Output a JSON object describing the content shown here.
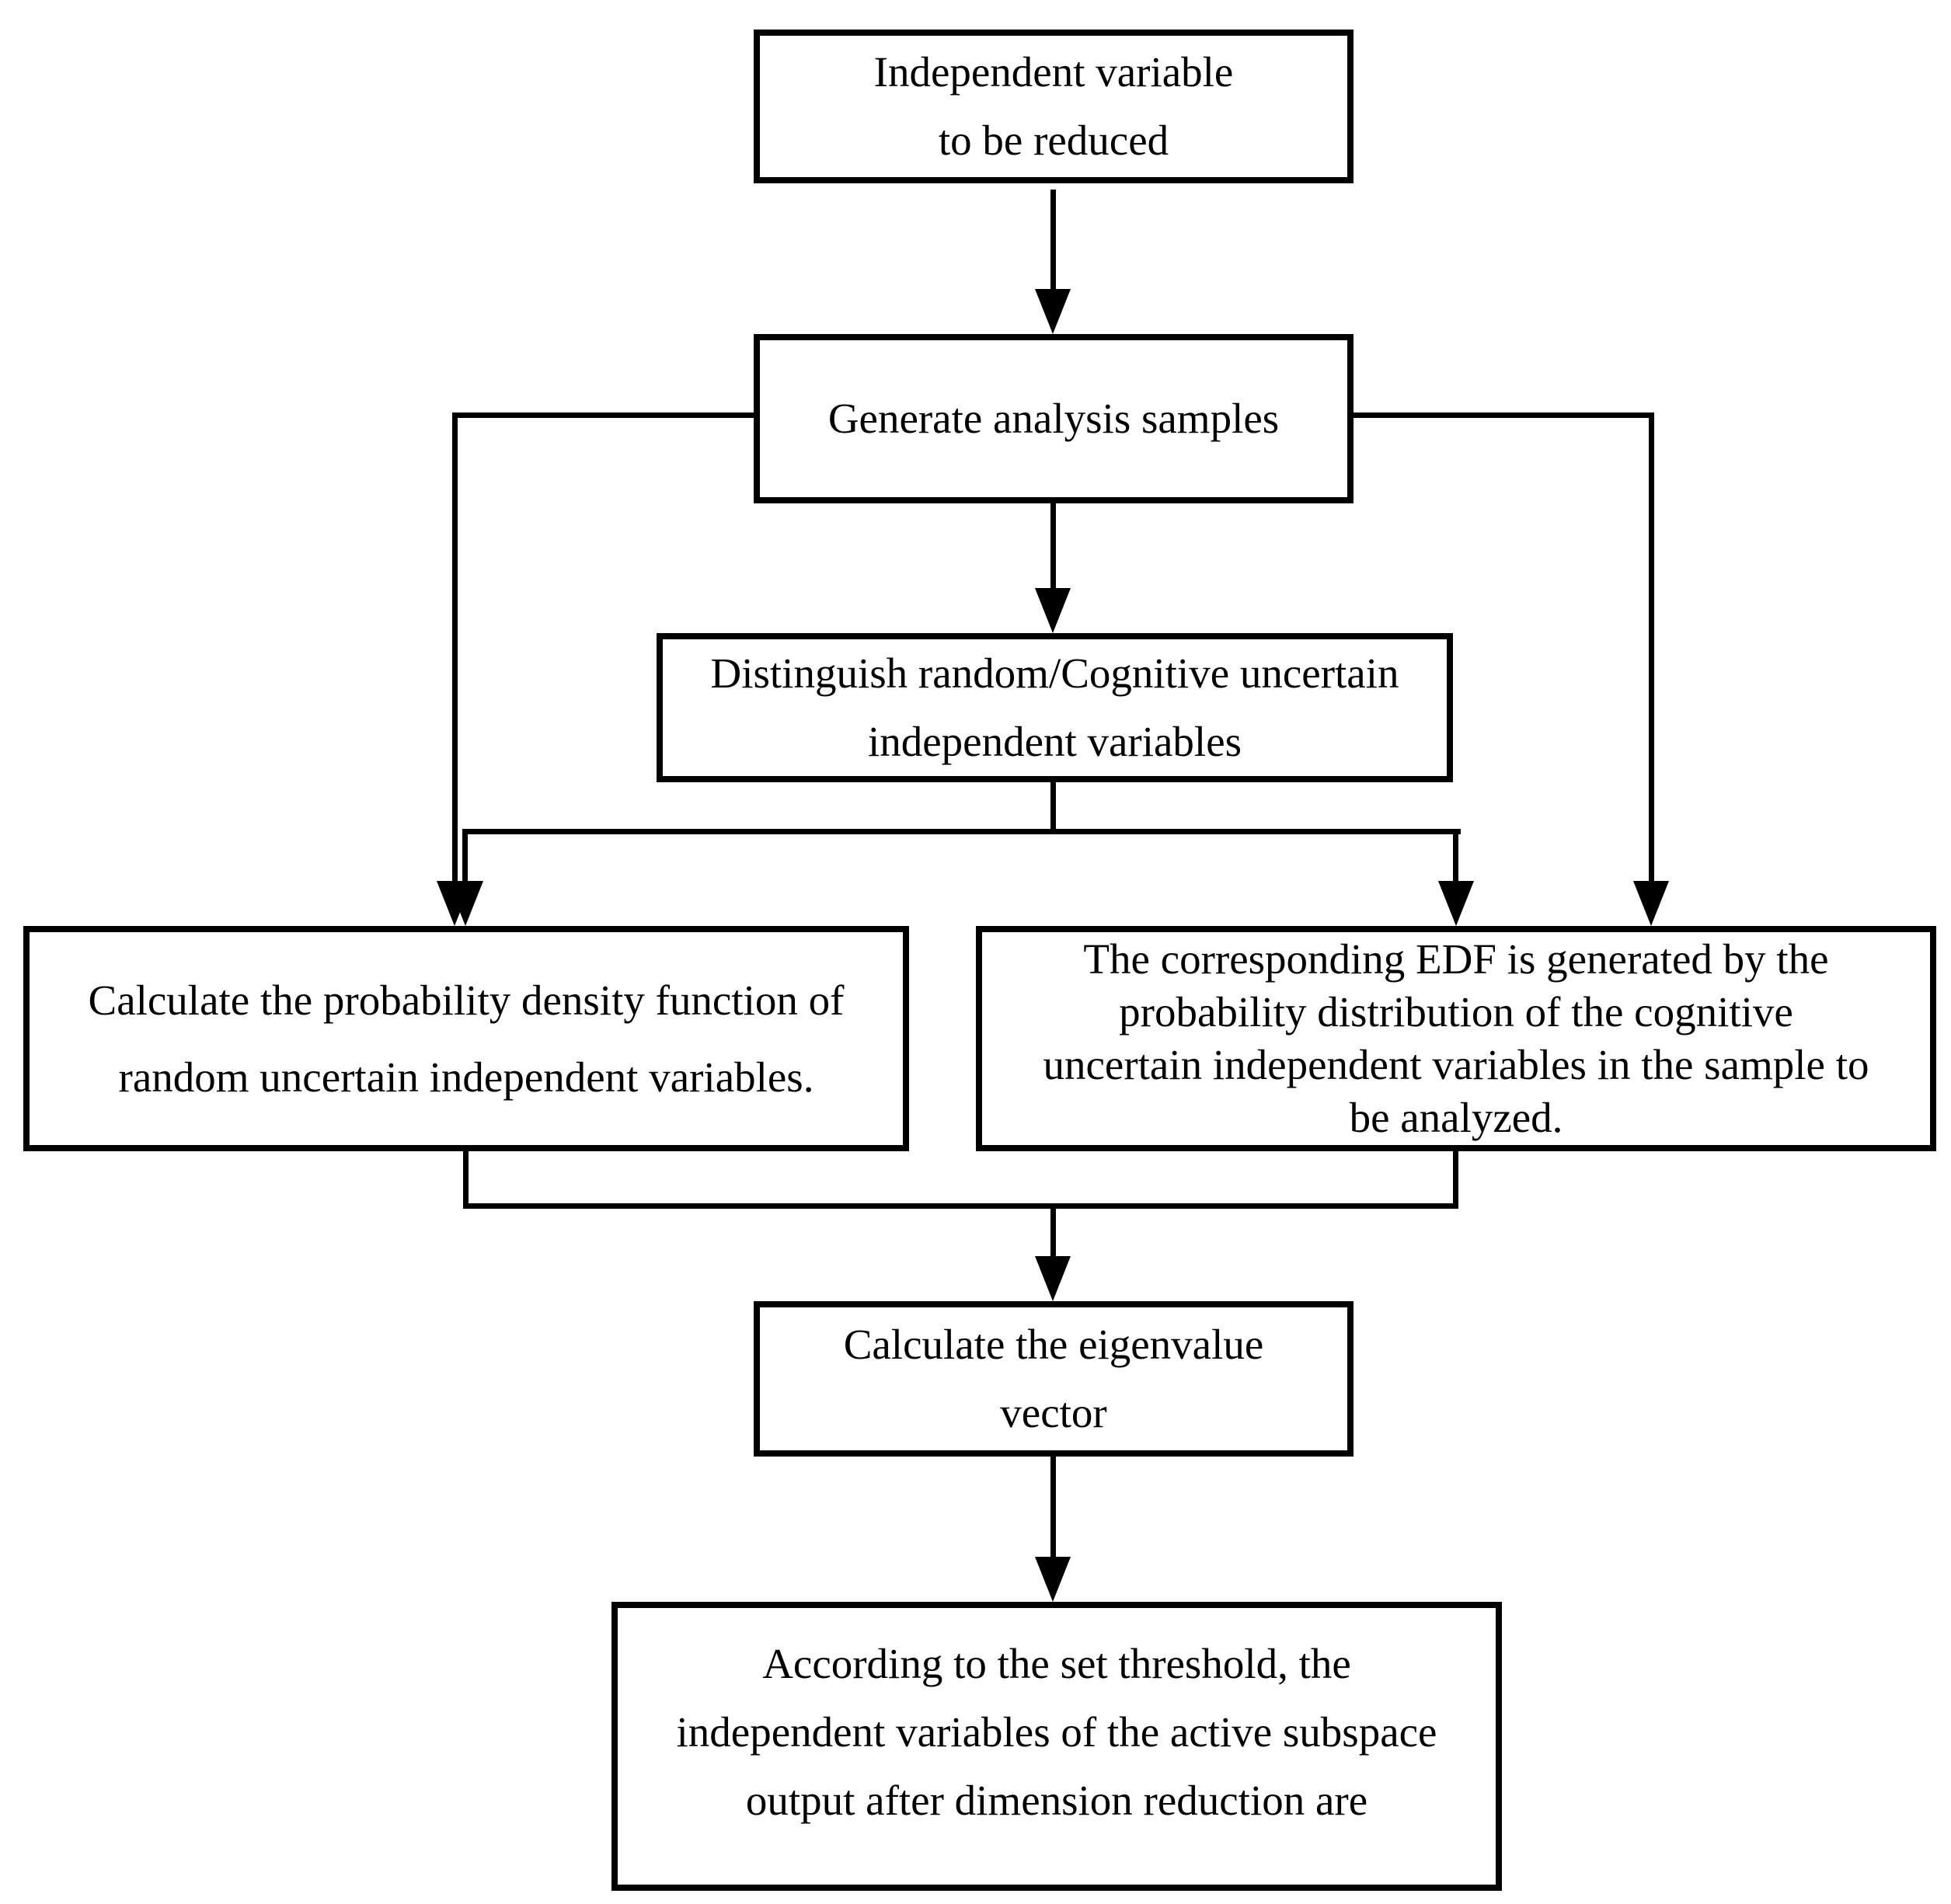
{
  "colors": {
    "background": "#ffffff",
    "box_border": "#000000",
    "line": "#000000",
    "text": "#000000"
  },
  "flowchart": {
    "nodes": [
      {
        "id": "start",
        "text": "Independent variable\nto be reduced"
      },
      {
        "id": "generate",
        "text": "Generate analysis samples"
      },
      {
        "id": "distinguish",
        "text": "Distinguish random/Cognitive uncertain\nindependent variables"
      },
      {
        "id": "pdf",
        "text": "Calculate the probability density function of\nrandom uncertain independent variables."
      },
      {
        "id": "edf",
        "text": "The corresponding EDF is generated by the\nprobability distribution of the cognitive\nuncertain independent variables in the sample to\nbe analyzed."
      },
      {
        "id": "eigenvalue",
        "text": "Calculate the eigenvalue\nvector"
      },
      {
        "id": "output",
        "text": "According to the set threshold, the\nindependent variables of the active subspace\noutput after dimension reduction are"
      }
    ],
    "edges": [
      {
        "from": "start",
        "to": "generate"
      },
      {
        "from": "generate",
        "to": "distinguish"
      },
      {
        "from": "generate",
        "to": "pdf"
      },
      {
        "from": "generate",
        "to": "edf"
      },
      {
        "from": "distinguish",
        "to": "pdf"
      },
      {
        "from": "distinguish",
        "to": "edf"
      },
      {
        "from": "pdf",
        "to": "eigenvalue"
      },
      {
        "from": "edf",
        "to": "eigenvalue"
      },
      {
        "from": "eigenvalue",
        "to": "output"
      }
    ]
  }
}
